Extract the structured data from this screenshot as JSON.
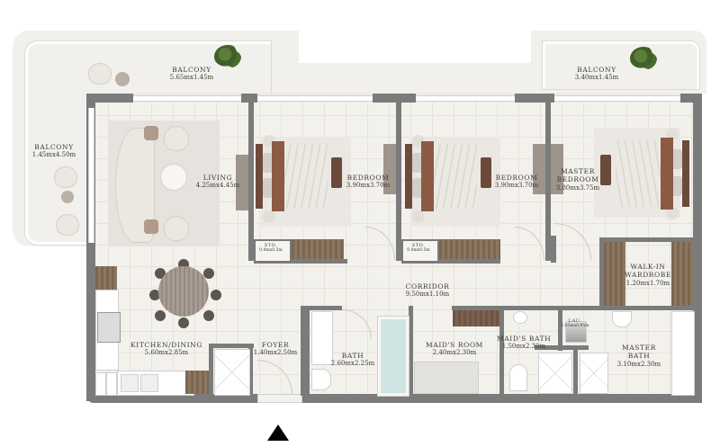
{
  "plan": {
    "entry_marker": "entrance-arrow",
    "rooms": {
      "balcony_top_left": {
        "name": "BALCONY",
        "dims": "5.65mx1.45m"
      },
      "balcony_top_right": {
        "name": "BALCONY",
        "dims": "3.40mx1.45m"
      },
      "balcony_left": {
        "name": "BALCONY",
        "dims": "1.45mx4.50m"
      },
      "living": {
        "name": "LIVING",
        "dims": "4.25mx4.45m"
      },
      "bedroom_1": {
        "name": "BEDROOM",
        "dims": "3.90mx3.70m"
      },
      "bedroom_2": {
        "name": "BEDROOM",
        "dims": "3.90mx3.70m"
      },
      "master_bedroom": {
        "name": "MASTER BEDROOM",
        "name_line1": "MASTER",
        "name_line2": "BEDROOM",
        "dims": "3.80mx3.75m"
      },
      "sto_1": {
        "name": "STO.",
        "dims": "0.9mx0.5m"
      },
      "sto_2": {
        "name": "STO.",
        "dims": "0.9mx0.5m"
      },
      "corridor": {
        "name": "CORRIDOR",
        "dims": "9.50mx1.10m"
      },
      "walk_in_wardrobe": {
        "name": "WALK-IN WARDROBE",
        "name_line1": "WALK-IN",
        "name_line2": "WARDROBE",
        "dims": "1.20mx1.70m"
      },
      "kitchen_dining": {
        "name": "KITCHEN/DINING",
        "dims": "5.60mx2.85m"
      },
      "foyer": {
        "name": "FOYER",
        "dims": "1.40mx2.50m"
      },
      "bath": {
        "name": "BATH",
        "dims": "2.60mx2.25m"
      },
      "maids_room": {
        "name": "MAID'S ROOM",
        "dims": "2.40mx2.30m"
      },
      "maids_bath": {
        "name": "MAID'S BATH",
        "dims": "1.50mx2.30m"
      },
      "lau": {
        "name": "LAU.",
        "dims": "1.05mx0.95m"
      },
      "master_bath": {
        "name": "MASTER BATH",
        "name_line1": "MASTER",
        "name_line2": "BATH",
        "dims": "3.10mx2.30m"
      }
    },
    "colors": {
      "wall": "#7b7b7b",
      "floor": "#f3f1ec",
      "balcony": "#f1f0ec",
      "wood": "#7b6651",
      "bed_throw": "#8d5a44",
      "tub_water": "#cfe5e3",
      "arrow": "#000000"
    }
  }
}
